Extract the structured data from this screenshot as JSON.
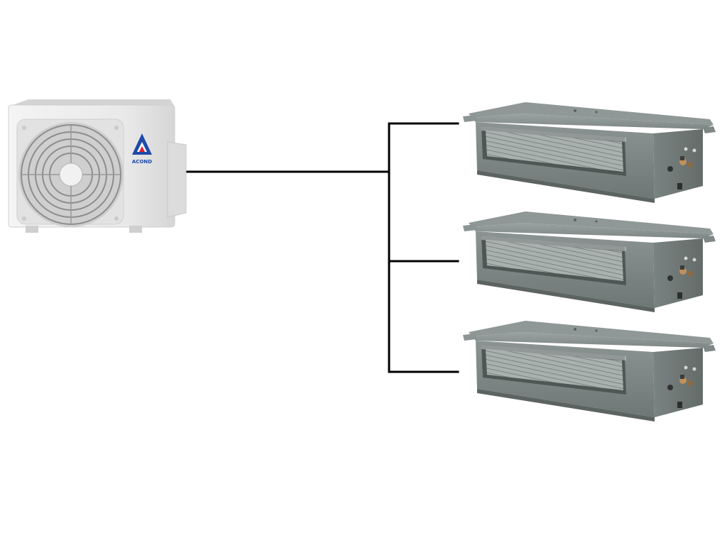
{
  "outdoor_unit": {
    "brand": "ACOND",
    "colors": {
      "body": "#eeeeee",
      "logo_blue": "#1e4aa8",
      "logo_red": "#e11d2e"
    }
  },
  "indoor_units": [
    {
      "type": "ducted-indoor-unit"
    },
    {
      "type": "ducted-indoor-unit"
    },
    {
      "type": "ducted-indoor-unit"
    }
  ],
  "colors": {
    "line": "#000000",
    "indoor_body": "#808a88",
    "indoor_dark": "#5a6260"
  }
}
